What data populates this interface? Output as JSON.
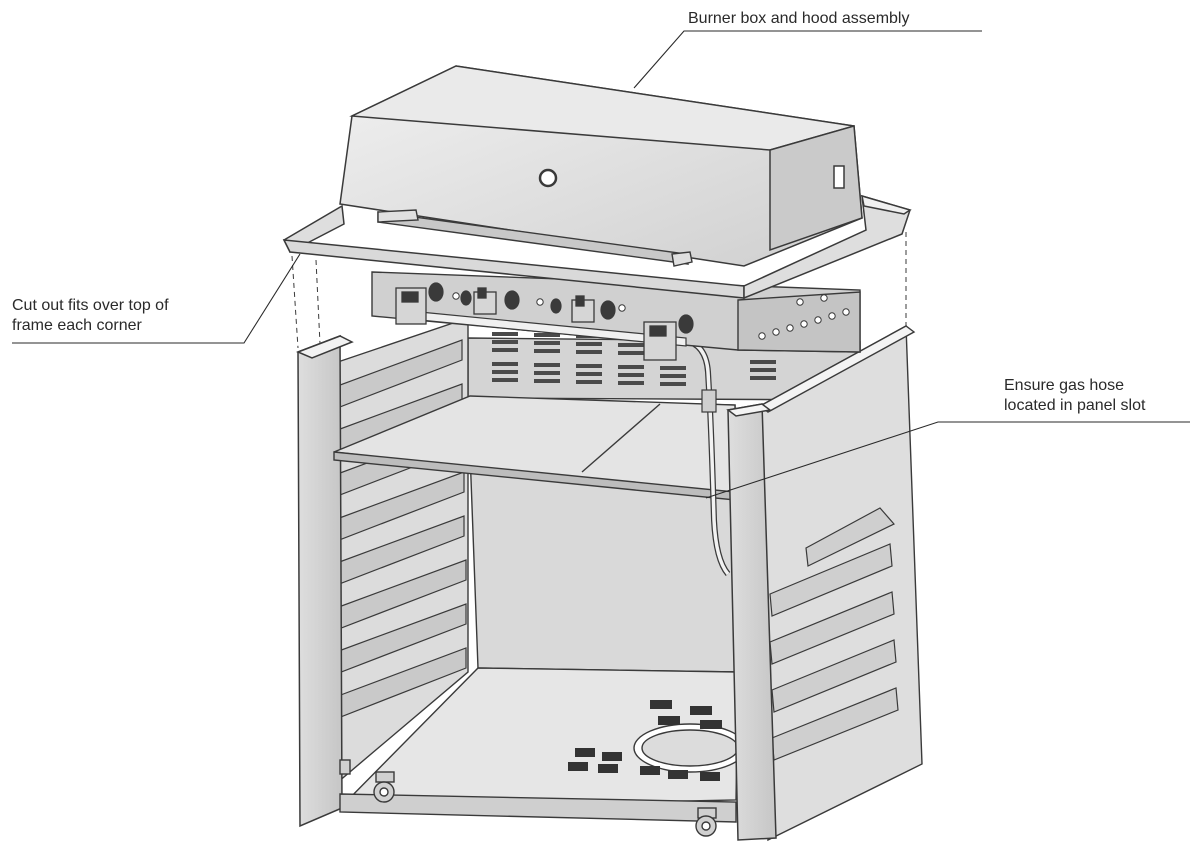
{
  "callouts": {
    "burner_box": {
      "text": "Burner box and hood assembly"
    },
    "cut_out": {
      "line1": "Cut out fits over top of",
      "line2": "frame each corner"
    },
    "gas_hose": {
      "line1": "Ensure gas hose",
      "line2": "located in panel slot"
    }
  },
  "colors": {
    "outline": "#3a3a3a",
    "steel_light": "#e9e9e9",
    "steel_mid": "#d2d2d2",
    "steel_dark": "#b9b9b9",
    "vent": "#4a4a4a"
  }
}
